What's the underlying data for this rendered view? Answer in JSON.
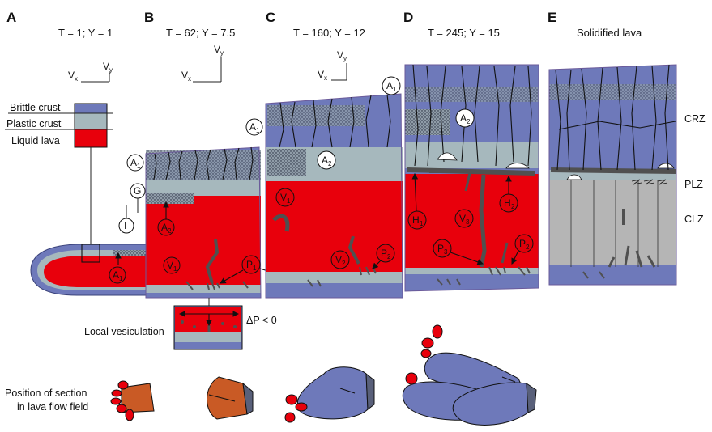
{
  "colors": {
    "brittle": "#6e79ba",
    "plastic": "#a6b8bd",
    "liquid": "#e8000c",
    "solid": "#b5b5b5",
    "channel": "#505050",
    "lobe_orange": "#c95a25",
    "lobe_blue": "#6e79ba",
    "cap": "#59607a"
  },
  "panels": {
    "A": {
      "letter": "A",
      "time": "T = 1; Y = 1"
    },
    "B": {
      "letter": "B",
      "time": "T = 62; Y = 7.5"
    },
    "C": {
      "letter": "C",
      "time": "T = 160; Y = 12"
    },
    "D": {
      "letter": "D",
      "time": "T =  245; Y = 15"
    },
    "E": {
      "letter": "E",
      "time": "Solidified lava"
    }
  },
  "axes": {
    "vx": "V",
    "vx_sub": "x",
    "vy": "V",
    "vy_sub": "y"
  },
  "legend": {
    "brittle": "Brittle crust",
    "plastic": "Plastic crust",
    "liquid": "Liquid lava"
  },
  "zones": {
    "crz": "CRZ",
    "plz": "PLZ",
    "clz": "CLZ"
  },
  "labels": {
    "A": "A",
    "V": "V",
    "P": "P",
    "H": "H",
    "G": "G",
    "I": "I",
    "s1": "1",
    "s2": "2",
    "s3": "3",
    "local_vesiculation": "Local vesiculation",
    "dp": "ΔP < 0",
    "position_line1": "Position of section",
    "position_line2": "in lava flow field"
  }
}
